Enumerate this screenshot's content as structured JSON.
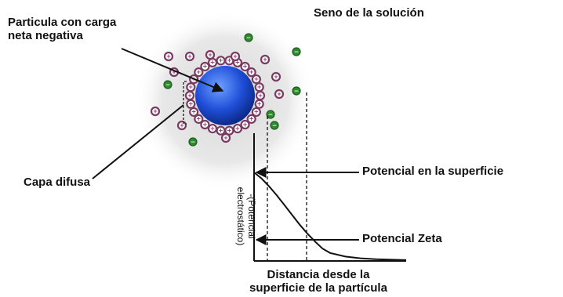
{
  "labels": {
    "particle": [
      "Particula con carga",
      "neta negativa"
    ],
    "bulk": "Seno de la solución",
    "diffuse": "Capa difusa",
    "surface_potential": "Potencial en la superficie",
    "zeta_potential": "Potencial Zeta",
    "y_axis": [
      "-(Potencial",
      "electrostático)"
    ],
    "x_axis": [
      "Distancia desde la",
      "superficie de la partícula"
    ]
  },
  "colors": {
    "particle_core": "#1f4fd8",
    "particle_highlight": "#6fa0ff",
    "diffuse_halo": "#e6e6e6",
    "positive_ion": "#7a3a62",
    "negative_ion": "#2f8a2f",
    "line": "#111111"
  },
  "ions": {
    "positive_symbol": "+",
    "negative_symbol": "−"
  },
  "chart_data": {
    "type": "line",
    "series": [
      {
        "values": [
          [
            0,
            100
          ],
          [
            5,
            93
          ],
          [
            10,
            84
          ],
          [
            15,
            74
          ],
          [
            20,
            63
          ],
          [
            25,
            52
          ],
          [
            30,
            41
          ],
          [
            35,
            31
          ],
          [
            40,
            22
          ],
          [
            45,
            14
          ],
          [
            50,
            9
          ],
          [
            60,
            5
          ],
          [
            70,
            3
          ],
          [
            80,
            2
          ],
          [
            100,
            1
          ]
        ]
      }
    ],
    "annotations": [
      {
        "text": "Potencial en la superficie",
        "x": 0,
        "y": 100
      },
      {
        "text": "Potencial Zeta",
        "x": 35,
        "y": 31
      }
    ]
  }
}
